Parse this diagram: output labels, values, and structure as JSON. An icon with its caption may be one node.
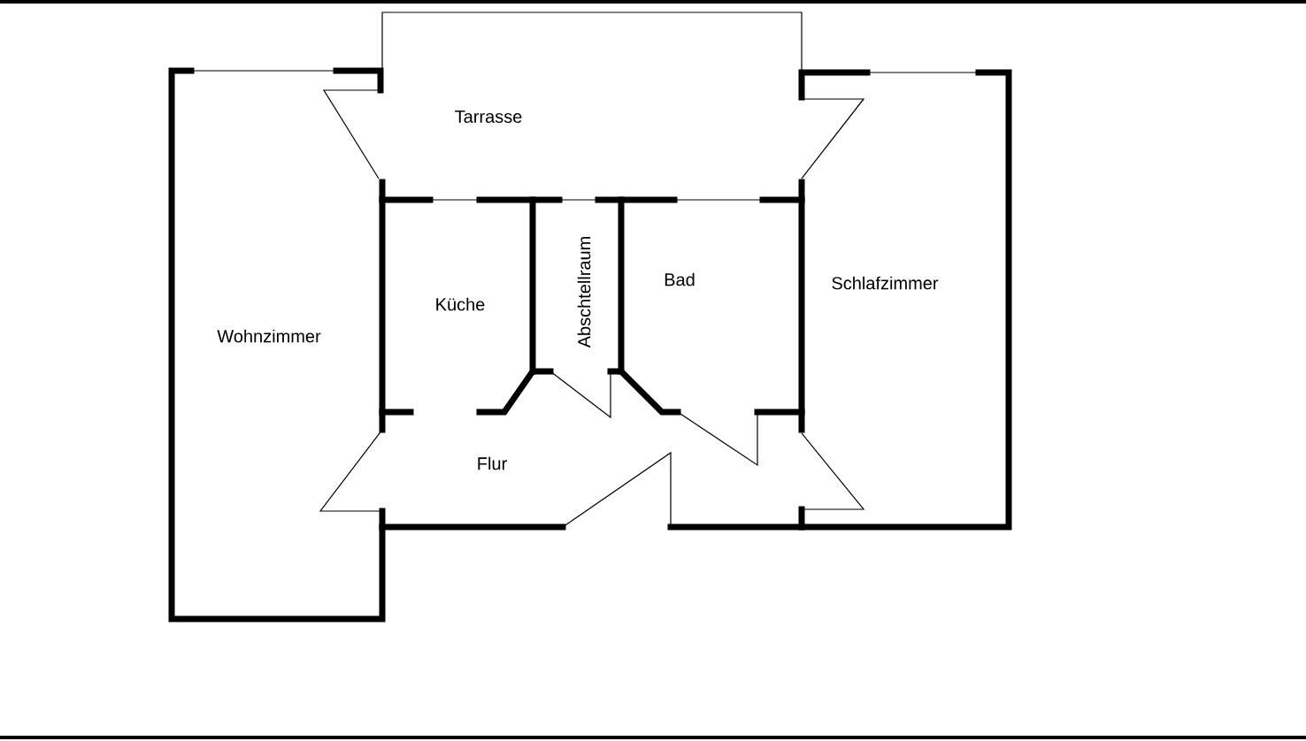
{
  "diagram": {
    "labels": [
      "Tarrasse",
      "Wohnzimmer",
      "Küche",
      "Abschtellraum",
      "Bad",
      "Schlafzimmer",
      "Flur"
    ]
  }
}
